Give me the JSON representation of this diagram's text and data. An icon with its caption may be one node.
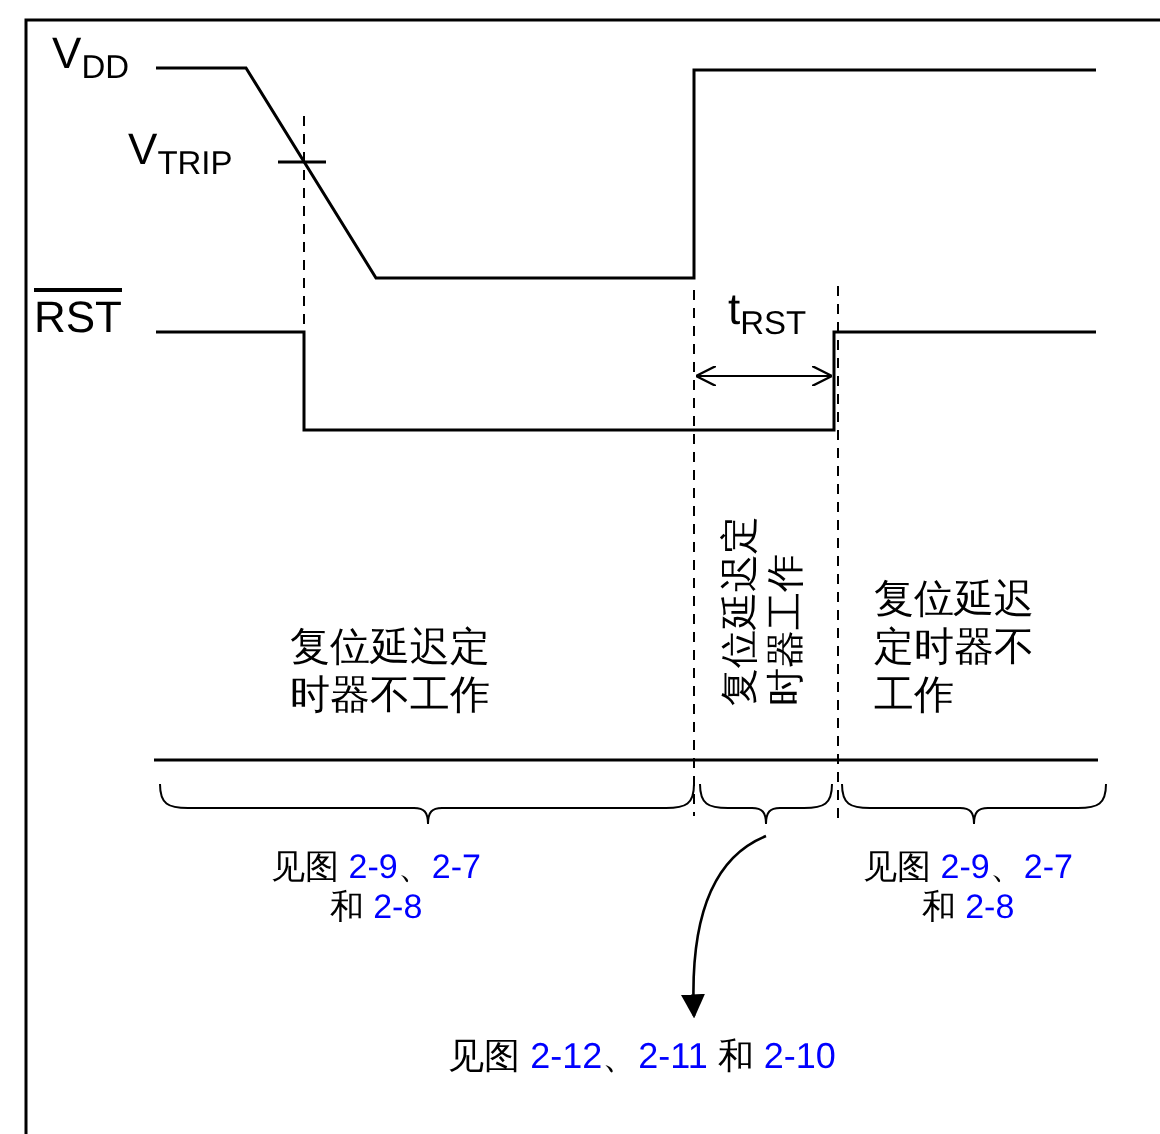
{
  "diagram": {
    "nodes": [
      {
        "text": [],
        "shape": "bracket"
      },
      {
        "text": [
          "见图 2-12、2-11 和 2-10"
        ]
      }
    ],
    "edges": [
      {
        "from": 0,
        "to": 1,
        "arrow": "to"
      }
    ],
    "labels": [
      "V$_{DD}$",
      "V$_{TRIP}$",
      "RST",
      "t$_{RST}$",
      "复位延迟定时器不工作",
      "复位延迟定时器工作",
      "复位延迟定时器不工作",
      "见图 2-9、2-7 和 2-8",
      "见图 2-9、2-7 和 2-8"
    ]
  }
}
